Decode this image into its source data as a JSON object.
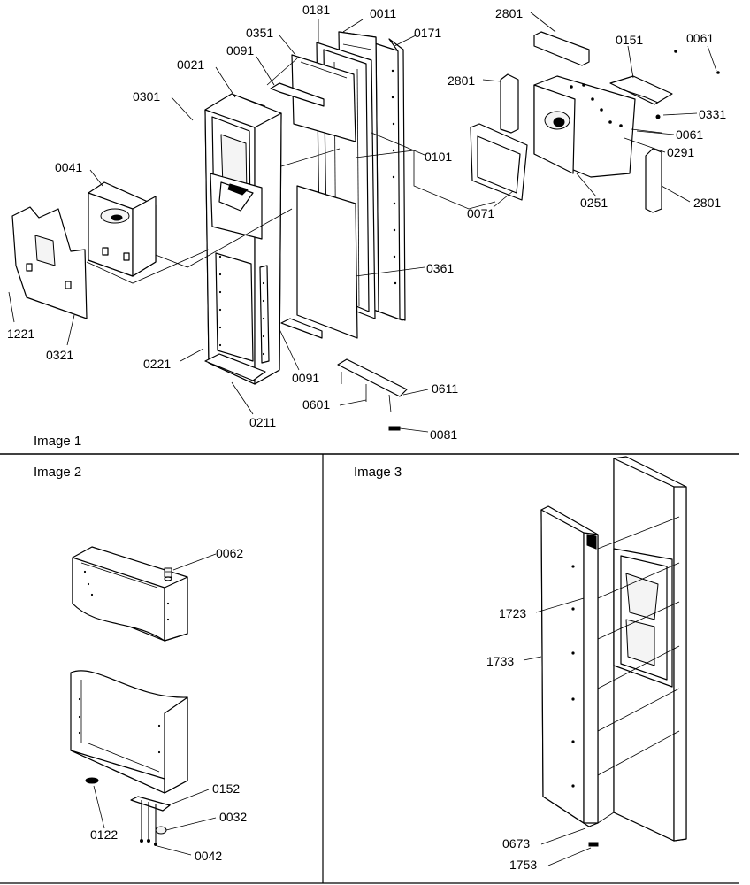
{
  "panels": [
    {
      "id": "image-1",
      "title": "Image 1"
    },
    {
      "id": "image-2",
      "title": "Image 2"
    },
    {
      "id": "image-3",
      "title": "Image 3"
    }
  ],
  "callouts": {
    "p0181": "0181",
    "p0011": "0011",
    "p0171": "0171",
    "p0351": "0351",
    "p0091a": "0091",
    "p0021": "0021",
    "p0301": "0301",
    "p0101": "0101",
    "p0041": "0041",
    "p1221": "1221",
    "p0321": "0321",
    "p0221": "0221",
    "p0211": "0211",
    "p0091b": "0091",
    "p0361": "0361",
    "p0601": "0601",
    "p0611": "0611",
    "p0081": "0081",
    "p2801a": "2801",
    "p2801b": "2801",
    "p2801c": "2801",
    "p0151": "0151",
    "p0061a": "0061",
    "p0331": "0331",
    "p0061b": "0061",
    "p0291": "0291",
    "p0251": "0251",
    "p0071": "0071",
    "p0062": "0062",
    "p0122": "0122",
    "p0152": "0152",
    "p0032": "0032",
    "p0042": "0042",
    "p1723": "1723",
    "p1733": "1733",
    "p0673": "0673",
    "p1753": "1753"
  }
}
